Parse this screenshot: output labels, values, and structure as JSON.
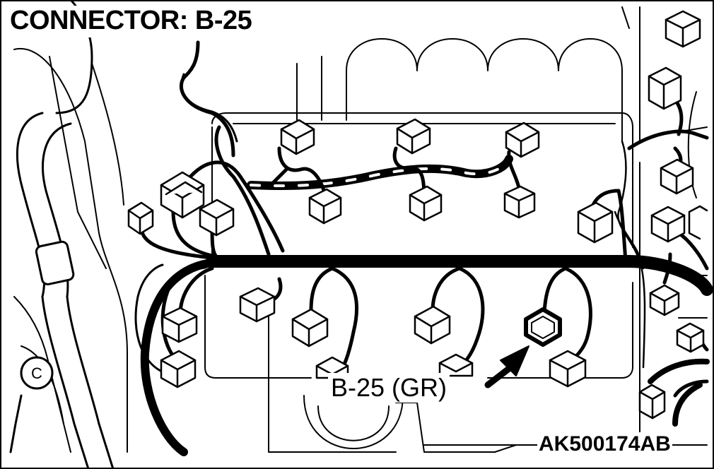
{
  "title": "CONNECTOR: B-25",
  "callout_label": "B-25 (GR)",
  "figure_code": "AK500174AB",
  "ground_terminal_glyph": "C"
}
